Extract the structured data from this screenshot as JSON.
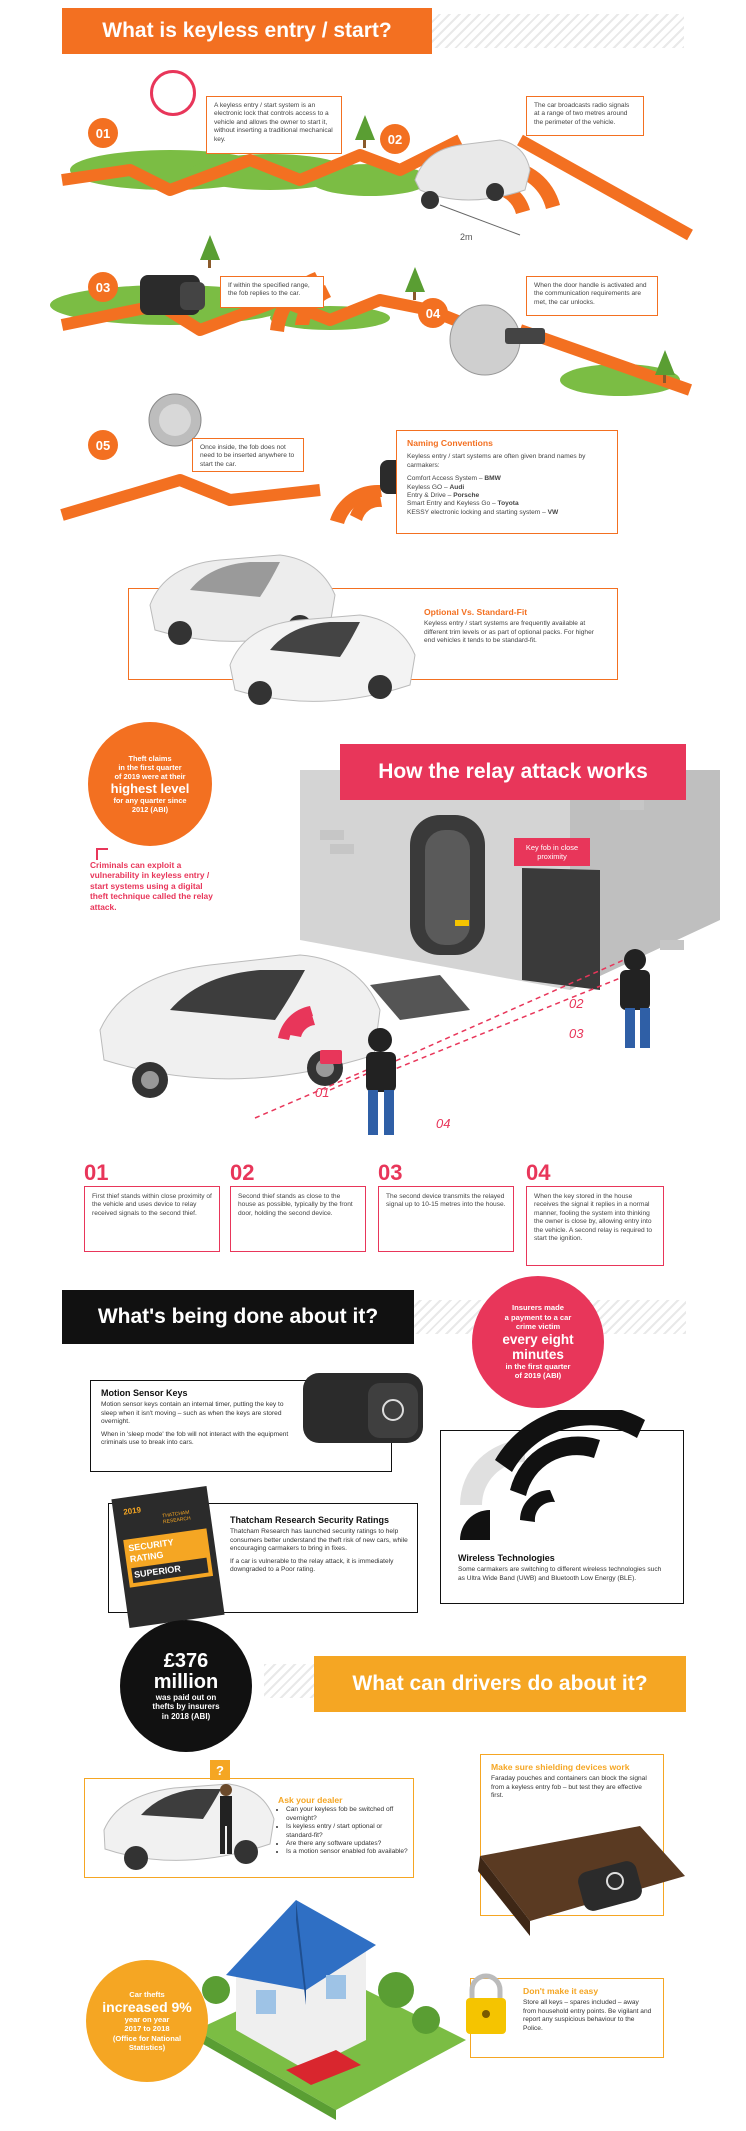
{
  "colors": {
    "orange": "#f37021",
    "pink": "#e8365a",
    "black": "#111111",
    "amber": "#f5a623"
  },
  "header": {
    "title": "What is keyless entry / start?"
  },
  "steps_intro": [
    {
      "num": "01",
      "text": "A keyless entry / start system is an electronic lock that controls access to a vehicle and allows the owner to start it, without inserting a traditional mechanical key."
    },
    {
      "num": "02",
      "text": "The car broadcasts radio signals at a range of two metres around the perimeter of the vehicle."
    },
    {
      "num": "03",
      "text": "If within the specified range, the fob replies to the car."
    },
    {
      "num": "04",
      "text": "When the door handle is activated and the communication requirements are met, the car unlocks."
    },
    {
      "num": "05",
      "text": "Once inside, the fob does not need to be inserted anywhere to start the car."
    }
  ],
  "distance_label": "2m",
  "naming": {
    "title": "Naming Conventions",
    "intro": "Keyless entry / start systems are often given brand names by carmakers:",
    "items": [
      {
        "name": "Comfort Access System –",
        "brand": "BMW"
      },
      {
        "name": "Keyless GO –",
        "brand": "Audi"
      },
      {
        "name": "Entry & Drive –",
        "brand": "Porsche"
      },
      {
        "name": "Smart Entry and Keyless Go –",
        "brand": "Toyota"
      },
      {
        "name": "KESSY electronic locking and starting system –",
        "brand": "VW"
      }
    ]
  },
  "optional": {
    "title": "Optional Vs. Standard-Fit",
    "text": "Keyless entry / start systems are frequently available at different trim levels or as part of optional packs. For higher end vehicles it tends to be standard-fit."
  },
  "stat1": {
    "line1": "Theft claims",
    "line2": "in the first quarter",
    "line3": "of 2019 were at their",
    "big": "highest level",
    "line4": "for any quarter since",
    "line5": "2012 (ABI)"
  },
  "relay": {
    "title": "How the relay attack works",
    "intro": "Criminals can exploit a vulnerability in keyless entry / start systems using a digital theft technique called the relay attack.",
    "key_label": "Key fob in close proximity",
    "diagram_nums": [
      "01",
      "02",
      "03",
      "04"
    ],
    "steps": [
      {
        "num": "01",
        "text": "First thief stands within close proximity of the vehicle and uses device to relay received signals to the second thief."
      },
      {
        "num": "02",
        "text": "Second thief stands as close to the house as possible, typically by the front door, holding the second device."
      },
      {
        "num": "03",
        "text": "The second device transmits the relayed signal up to 10-15 metres into the house."
      },
      {
        "num": "04",
        "text": "When the key stored in the house receives the signal it replies in a normal manner, fooling the system into thinking the owner is close by, allowing entry into the vehicle. A second relay is required to start the ignition."
      }
    ]
  },
  "done": {
    "title": "What's being done about it?",
    "motion": {
      "title": "Motion Sensor Keys",
      "p1": "Motion sensor keys contain an internal timer, putting the key to sleep when it isn't moving – such as when the keys are stored overnight.",
      "p2": "When in 'sleep mode' the fob will not interact with the equipment criminals use to break into cars."
    },
    "thatcham": {
      "title": "Thatcham Research Security Ratings",
      "p1": "Thatcham Research has launched security ratings to help consumers better understand the theft risk of new cars, while encouraging carmakers to bring in fixes.",
      "p2": "If a car is vulnerable to the relay attack, it is immediately downgraded to a Poor rating.",
      "badge_year": "2019",
      "badge_brand": "THATCHAM RESEARCH",
      "badge_l1": "SECURITY",
      "badge_l2": "RATING",
      "badge_l3": "SUPERIOR"
    },
    "wireless": {
      "title": "Wireless Technologies",
      "text": "Some carmakers are switching to different wireless technologies such as Ultra Wide Band (UWB) and Bluetooth Low Energy (BLE)."
    }
  },
  "stat2": {
    "line1": "Insurers made",
    "line2": "a payment to a car",
    "line3": "crime victim",
    "big": "every eight minutes",
    "line4": "in the first quarter",
    "line5": "of 2019 (ABI)"
  },
  "stat3": {
    "big": "£376 million",
    "line1": "was paid out on",
    "line2": "thefts by insurers",
    "line3": "in 2018 (ABI)"
  },
  "drivers": {
    "title": "What can drivers do about it?",
    "dealer": {
      "title": "Ask your dealer",
      "items": [
        "Can your keyless fob be switched off overnight?",
        "Is keyless entry / start optional or standard-fit?",
        "Are there any software updates?",
        "Is a motion sensor enabled fob available?"
      ]
    },
    "shield": {
      "title": "Make sure shielding devices work",
      "text": "Faraday pouches and containers can block the signal from a keyless entry fob – but test they are effective first."
    },
    "easy": {
      "title": "Don't make it easy",
      "text": "Store all keys – spares included – away from household entry points. Be vigilant and report any suspicious behaviour to the Police."
    },
    "question_mark": "?"
  },
  "stat4": {
    "line1": "Car thefts",
    "big": "increased 9%",
    "line2": "year on year",
    "line3": "2017 to 2018",
    "line4": "(Office for National",
    "line5": "Statistics)"
  }
}
